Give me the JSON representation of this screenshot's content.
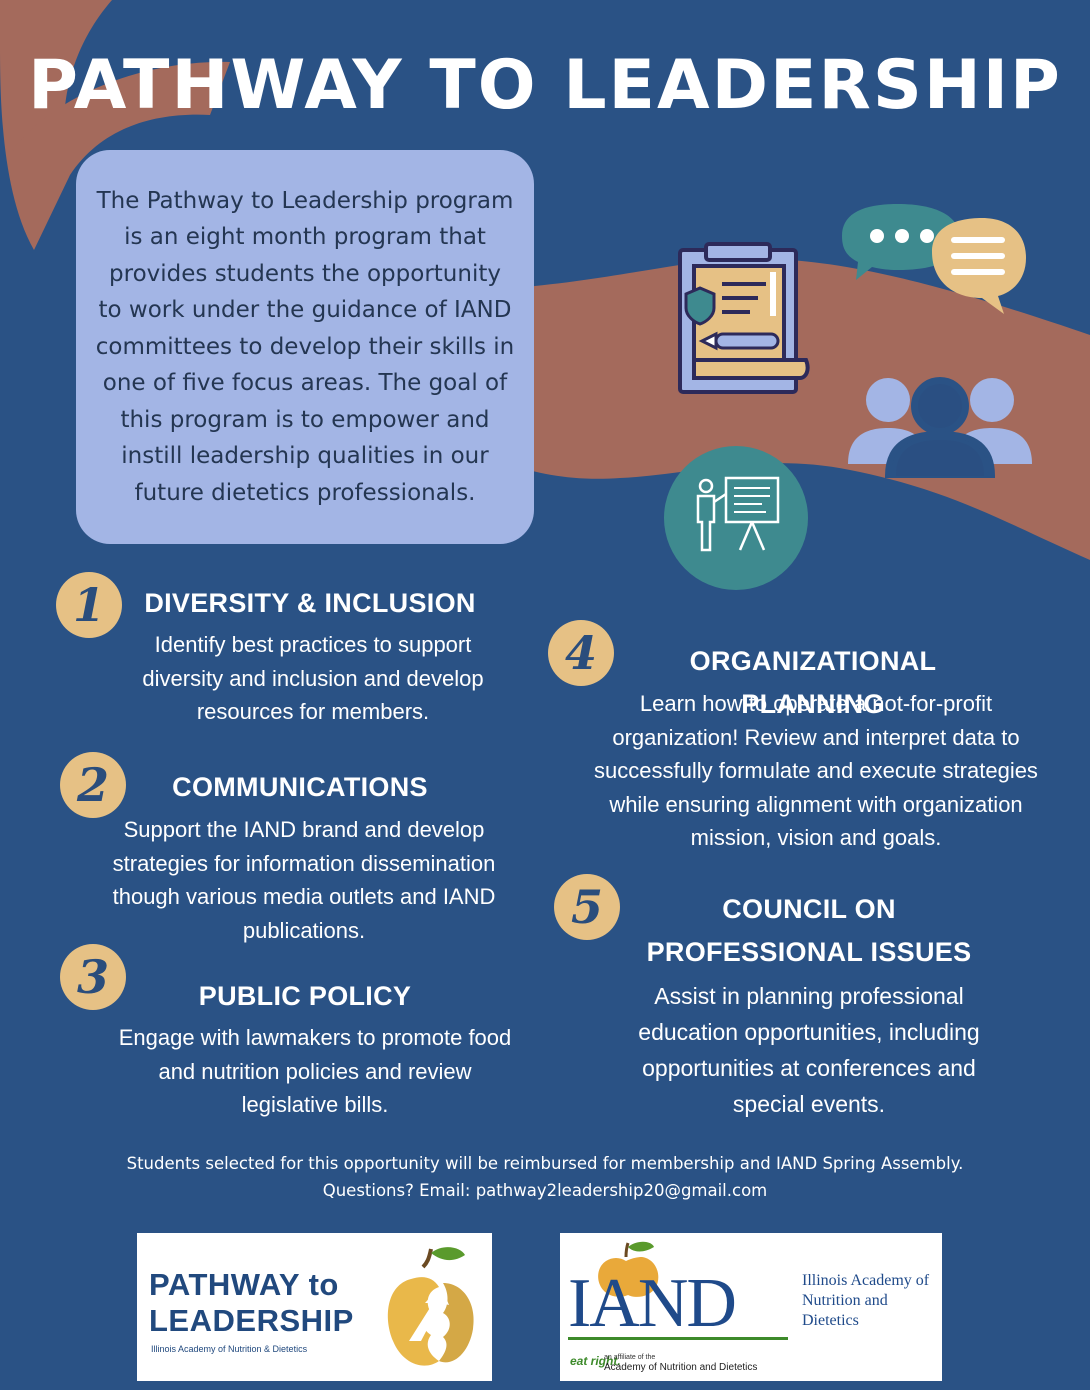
{
  "title": "PATHWAY TO LEADERSHIP",
  "intro": "The Pathway to Leadership program is an eight month program that provides students the opportunity to work under the guidance of IAND committees to develop their skills in one of five focus areas. The goal of this program is to empower and instill leadership qualities in our future dietetics professionals.",
  "colors": {
    "background": "#2a5285",
    "path": "#a46a5c",
    "intro_box": "#a3b5e5",
    "number_badge": "#e6c185",
    "teal": "#3e8a8f"
  },
  "icons": [
    "clipboard-document-icon",
    "chat-bubbles-icon",
    "group-of-people-icon",
    "presentation-board-icon"
  ],
  "focus_areas": [
    {
      "number": "1",
      "title": "DIVERSITY & INCLUSION",
      "description": "Identify best practices to support diversity and inclusion and develop resources for members."
    },
    {
      "number": "2",
      "title": "COMMUNICATIONS",
      "description": "Support the IAND brand and develop strategies for information dissemination though various media outlets and IAND publications."
    },
    {
      "number": "3",
      "title": "PUBLIC POLICY",
      "description": "Engage with lawmakers to promote food and nutrition policies and review legislative bills."
    },
    {
      "number": "4",
      "title": "ORGANIZATIONAL PLANNING",
      "description": "Learn how to operate a not-for-profit organization! Review and interpret data to successfully formulate and execute strategies while ensuring alignment with organization mission, vision and goals."
    },
    {
      "number": "5",
      "title": "COUNCIL ON PROFESSIONAL ISSUES",
      "description": "Assist in planning professional education opportunities, including opportunities at conferences and special events."
    }
  ],
  "footer": {
    "line1": "Students selected for this opportunity will be reimbursed for membership and IAND Spring Assembly.",
    "line2": "Questions? Email: pathway2leadership20@gmail.com"
  },
  "logos": {
    "pathway": {
      "line1": "PATHWAY to",
      "line2": "LEADERSHIP",
      "sub": "Illinois Academy of Nutrition & Dietetics"
    },
    "iand": {
      "main": "IAND",
      "name": "Illinois Academy of Nutrition and Dietetics",
      "badge": "eat right.",
      "affiliate": "an affiliate of the",
      "affiliate_org": "Academy of Nutrition and Dietetics"
    }
  }
}
